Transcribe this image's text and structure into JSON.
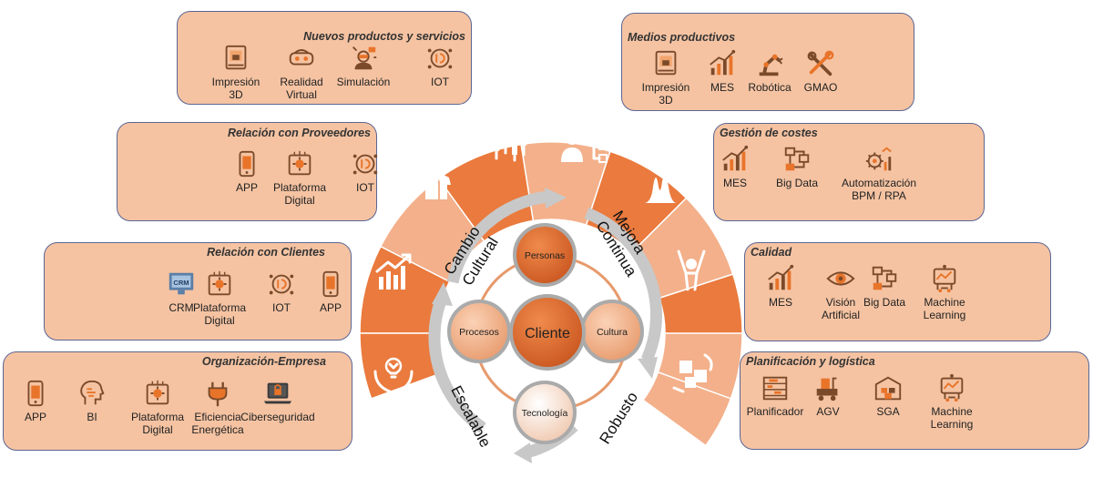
{
  "colors": {
    "panel_fill": "#f5c3a2",
    "panel_border": "#5b6694",
    "ring_dark": "#ea7a3d",
    "ring_light": "#f3b08a",
    "center_dark": "#e06a2b",
    "arrow_gray": "#c8c8c8",
    "icon_brown": "#7a4a2a"
  },
  "panels": {
    "nuevos": {
      "title": "Nuevos productos y servicios",
      "items": [
        {
          "label": "Impresión\n3D",
          "icon": "3d-printer-icon"
        },
        {
          "label": "Realidad\nVirtual",
          "icon": "vr-headset-icon"
        },
        {
          "label": "Simulación",
          "icon": "simulation-icon"
        },
        {
          "label": "IOT",
          "icon": "iot-icon"
        }
      ]
    },
    "proveedores": {
      "title": "Relación con Proveedores",
      "items": [
        {
          "label": "APP",
          "icon": "mobile-app-icon"
        },
        {
          "label": "Plataforma\nDigital",
          "icon": "digital-platform-icon"
        },
        {
          "label": "IOT",
          "icon": "iot-icon"
        }
      ]
    },
    "clientes": {
      "title": "Relación con Clientes",
      "items": [
        {
          "label": "CRM",
          "icon": "crm-monitor-icon"
        },
        {
          "label": "Plataforma\nDigital",
          "icon": "digital-platform-icon"
        },
        {
          "label": "IOT",
          "icon": "iot-icon"
        },
        {
          "label": "APP",
          "icon": "mobile-app-icon"
        }
      ],
      "crm_screen_text": "CRM"
    },
    "organizacion": {
      "title": "Organización-Empresa",
      "items": [
        {
          "label": "APP",
          "icon": "mobile-app-icon"
        },
        {
          "label": "BI",
          "icon": "bi-head-icon"
        },
        {
          "label": "Plataforma\nDigital",
          "icon": "digital-platform-icon"
        },
        {
          "label": "Eficiencia\nEnergética",
          "icon": "energy-plug-icon"
        },
        {
          "label": "Ciberseguridad",
          "icon": "cybersecurity-laptop-icon"
        }
      ]
    },
    "medios": {
      "title": "Medios productivos",
      "items": [
        {
          "label": "Impresión\n3D",
          "icon": "3d-printer-icon"
        },
        {
          "label": "MES",
          "icon": "mes-chart-icon"
        },
        {
          "label": "Robótica",
          "icon": "robot-arm-icon"
        },
        {
          "label": "GMAO",
          "icon": "tools-icon"
        }
      ]
    },
    "costes": {
      "title": "Gestión de costes",
      "items": [
        {
          "label": "MES",
          "icon": "mes-chart-icon"
        },
        {
          "label": "Big Data",
          "icon": "big-data-icon"
        },
        {
          "label": "Automatización\nBPM / RPA",
          "icon": "automation-gears-icon"
        }
      ]
    },
    "calidad": {
      "title": "Calidad",
      "items": [
        {
          "label": "MES",
          "icon": "mes-chart-icon"
        },
        {
          "label": "Visión\nArtificial",
          "icon": "vision-eye-icon"
        },
        {
          "label": "Big Data",
          "icon": "big-data-icon"
        },
        {
          "label": "Machine\nLearning",
          "icon": "machine-learning-icon"
        }
      ]
    },
    "planificacion": {
      "title": "Planificación y logística",
      "items": [
        {
          "label": "Planificador",
          "icon": "planner-icon"
        },
        {
          "label": "AGV",
          "icon": "agv-icon"
        },
        {
          "label": "SGA",
          "icon": "warehouse-icon"
        },
        {
          "label": "Machine\nLearning",
          "icon": "machine-learning-icon"
        }
      ]
    }
  },
  "ring_labels": {
    "cambio_cultural": "Cambio\nCultural",
    "mejora_continua": "Mejora\nContinua",
    "escalable": "Escalable",
    "robusto": "Robusto"
  },
  "center": {
    "cliente": "Cliente",
    "personas": "Personas",
    "procesos": "Procesos",
    "cultura": "Cultura",
    "tecnologia": "Tecnología"
  }
}
